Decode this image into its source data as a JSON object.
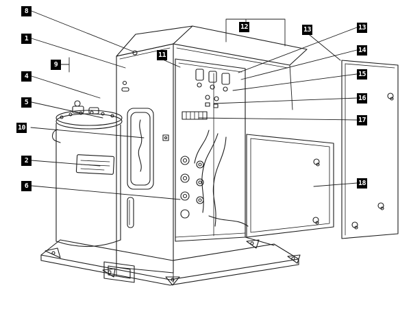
{
  "colors": {
    "background": "#ffffff",
    "line": "#1a1a1a",
    "callout_bg": "#000000",
    "callout_fg": "#ffffff"
  },
  "callouts": [
    {
      "label": "8"
    },
    {
      "label": "1"
    },
    {
      "label": "9"
    },
    {
      "label": "4"
    },
    {
      "label": "5"
    },
    {
      "label": "10"
    },
    {
      "label": "2"
    },
    {
      "label": "6"
    },
    {
      "label": "11"
    },
    {
      "label": "12"
    },
    {
      "label": "13"
    },
    {
      "label": "13"
    },
    {
      "label": "14"
    },
    {
      "label": "15"
    },
    {
      "label": "16"
    },
    {
      "label": "17"
    },
    {
      "label": "18"
    }
  ]
}
